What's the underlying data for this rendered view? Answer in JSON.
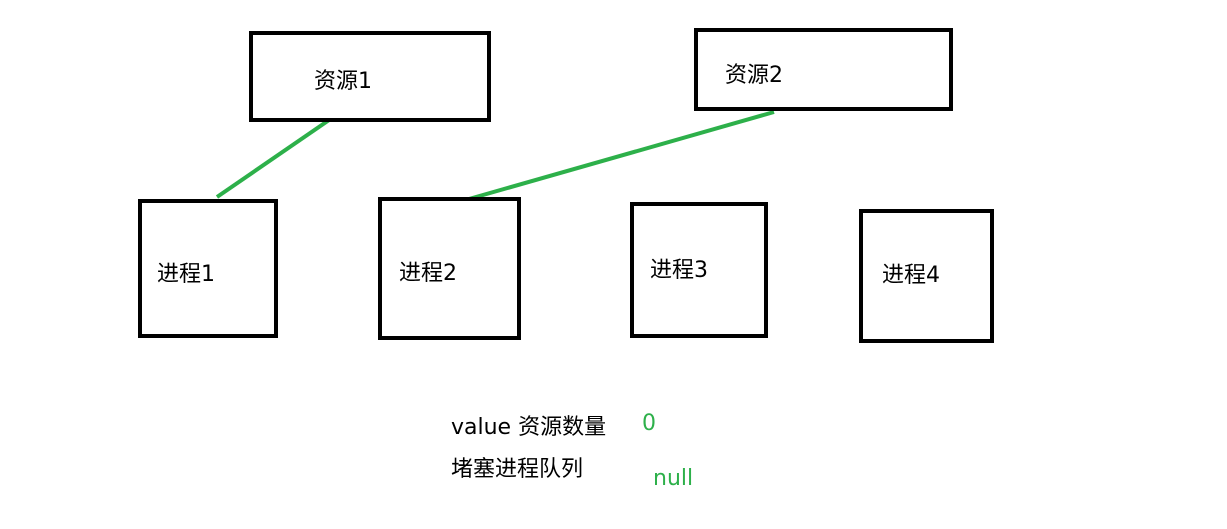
{
  "resources": [
    {
      "label": "资源1"
    },
    {
      "label": "资源2"
    }
  ],
  "processes": [
    {
      "label": "进程1"
    },
    {
      "label": "进程2"
    },
    {
      "label": "进程3"
    },
    {
      "label": "进程4"
    }
  ],
  "legend": {
    "value_label": "value 资源数量",
    "value": "0",
    "queue_label": "堵塞进程队列",
    "queue": "null"
  },
  "colors": {
    "link": "#2db04a",
    "value_text": "#2db04a",
    "border": "#000000"
  }
}
